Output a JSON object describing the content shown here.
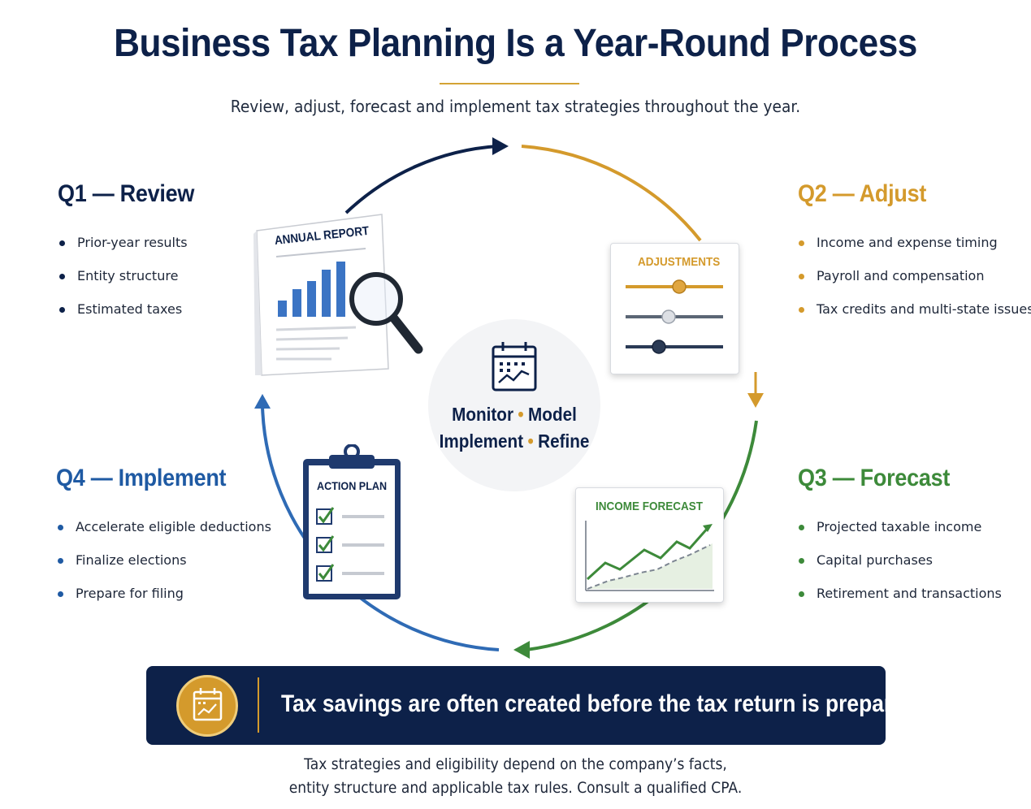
{
  "header": {
    "title": "Business Tax Planning Is a Year-Round Process",
    "subtitle": "Review, adjust, forecast and implement tax strategies throughout the year."
  },
  "quarters": {
    "q1": {
      "heading": "Q1 — Review",
      "items": [
        "Prior-year results",
        "Entity structure",
        "Estimated taxes"
      ],
      "color": "#0d2149"
    },
    "q2": {
      "heading": "Q2 — Adjust",
      "items": [
        "Income and expense timing",
        "Payroll and compensation",
        "Tax credits and multi-state issues"
      ],
      "color": "#d49a2c"
    },
    "q3": {
      "heading": "Q3 — Forecast",
      "items": [
        "Projected taxable income",
        "Capital purchases",
        "Retirement and transactions"
      ],
      "color": "#3d8a3a"
    },
    "q4": {
      "heading": "Q4 — Implement",
      "items": [
        "Accelerate eligible deductions",
        "Finalize elections",
        "Prepare for filing"
      ],
      "color": "#1f5aa3"
    }
  },
  "center": {
    "word1": "Monitor",
    "word2": "Model",
    "word3": "Implement",
    "word4": "Refine",
    "icon": "calendar-chart-icon"
  },
  "cards": {
    "annual_report": "ANNUAL REPORT",
    "adjustments": "ADJUSTMENTS",
    "income_forecast": "INCOME FORECAST",
    "action_plan": "ACTION PLAN"
  },
  "banner": {
    "text": "Tax savings are often created before the tax return is prepared.",
    "icon": "calendar-chart-icon"
  },
  "disclaimer": {
    "line1": "Tax strategies and eligibility depend on the company’s facts,",
    "line2": "entity structure and applicable tax rules. Consult a qualified CPA."
  },
  "colors": {
    "navy": "#0d2149",
    "gold": "#d49a2c",
    "green": "#3d8a3a",
    "blue": "#1f5aa3"
  }
}
